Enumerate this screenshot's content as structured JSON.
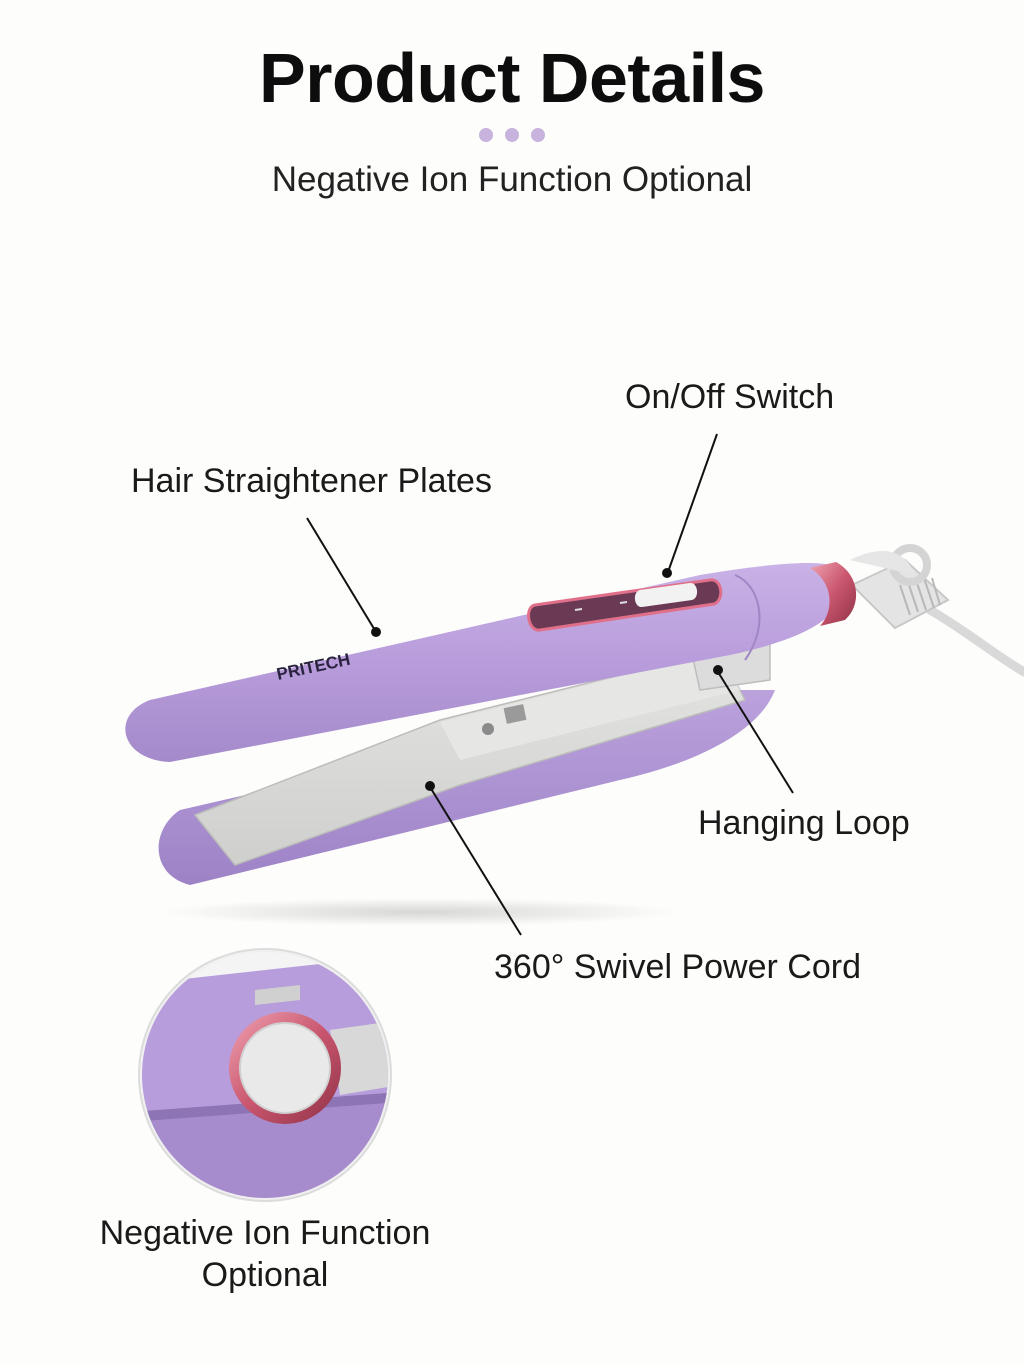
{
  "header": {
    "title": "Product Details",
    "subtitle": "Negative Ion Function Optional"
  },
  "colors": {
    "accent_dots": [
      "#c7b3dd",
      "#c7b3dd",
      "#c7b3dd"
    ],
    "body_purple": "#b59ad8",
    "plate_gray": "#d8d8d6",
    "ring_pink": "#d97a8c"
  },
  "product": {
    "brand": "PRITECH"
  },
  "callouts": {
    "on_off_switch": "On/Off Switch",
    "plates": "Hair Straightener Plates",
    "hanging_loop": "Hanging Loop",
    "swivel_cord": "360° Swivel Power Cord"
  },
  "detail": {
    "caption_line1": "Negative Ion Function",
    "caption_line2": "Optional"
  }
}
